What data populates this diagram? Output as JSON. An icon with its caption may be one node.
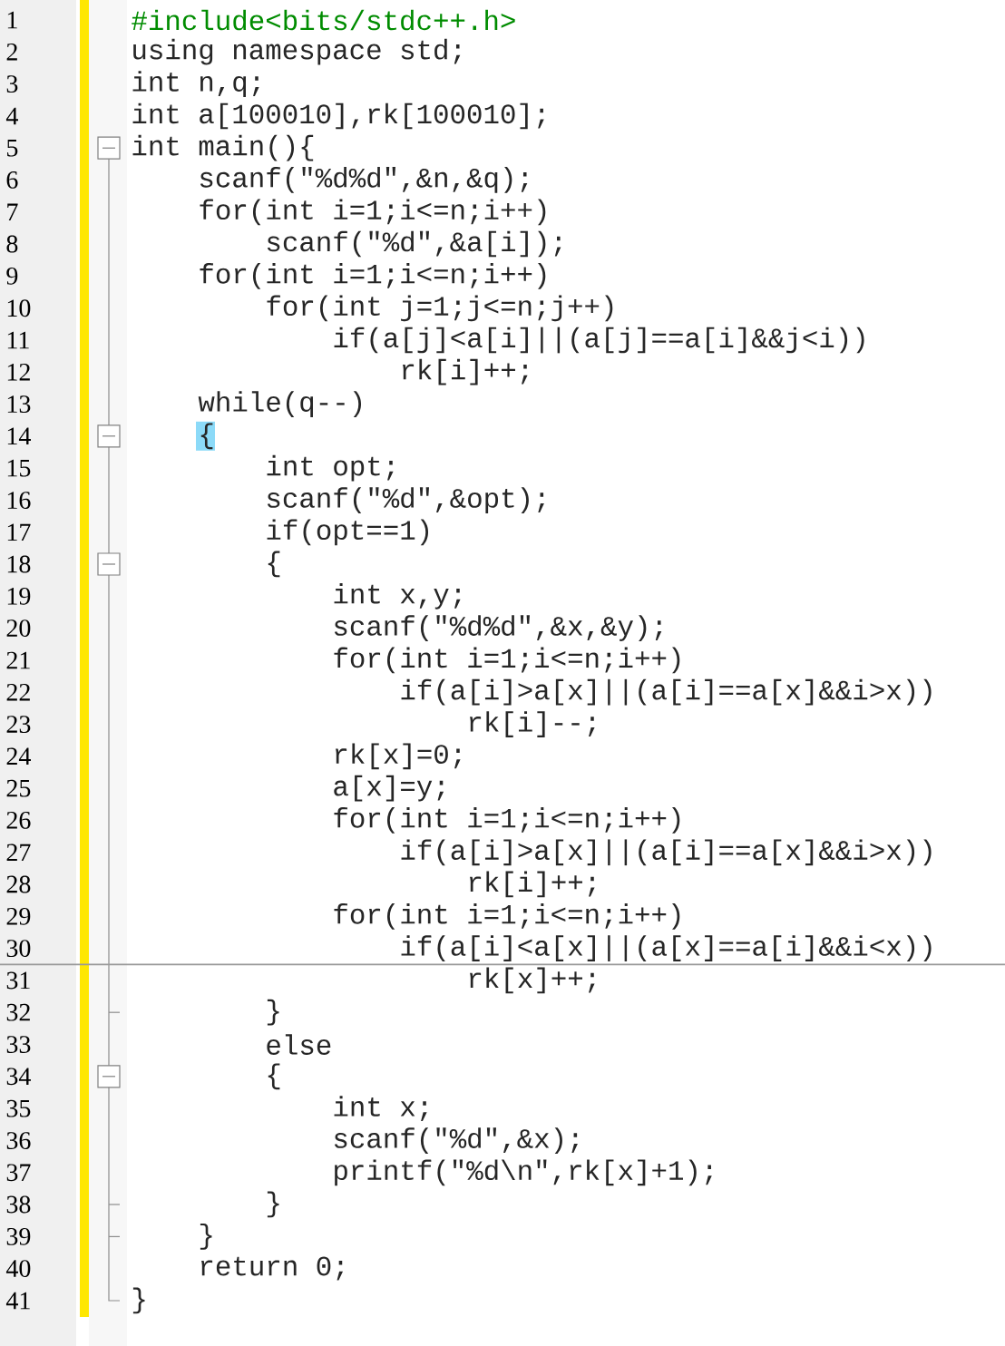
{
  "diagram": {
    "labels": [
      "1",
      "#include<bits/stdc++.h>",
      "2",
      "using namespace std;",
      "3",
      "int n,q;",
      "4",
      "int a[100010],rk[100010];",
      "5",
      "int main(){",
      "6",
      "scanf(\"%d%d\",&n,&q);",
      "7",
      "for(int i=1;i<=n;i++)",
      "8",
      "scanf(\"%d\",&a[i]);",
      "9",
      "for(int i=1;i<=n;i++)",
      "10",
      "for(int j=1;j<=n;j++)",
      "11",
      "if(a[j]<a[i]||(a[j]==a[i]&&j<i))",
      "12",
      "rk[i]++;",
      "13",
      "while(q--)",
      "14",
      "{",
      "15",
      "int opt;",
      "16",
      "scanf(\"%d\",&opt);",
      "17",
      "if(opt==1)",
      "18",
      "{",
      "19",
      "int x,y;",
      "20",
      "scanf(\"%d%d\",&x,&y);",
      "21",
      "for(int i=1;i<=n;i++)",
      "22",
      "if(a[i]>a[x]||(a[i]==a[x]&&i>x))",
      "23",
      "rk[i]--;",
      "24",
      "rk[x]=0;",
      "25",
      "a[x]=y;",
      "26",
      "for(int i=1;i<=n;i++)",
      "27",
      "if(a[i]>a[x]||(a[i]==a[x]&&i>x))",
      "28",
      "rk[i]++;",
      "29",
      "for(int i=1;i<=n;i++)",
      "30",
      "if(a[i]<a[x]||(a[x]==a[i]&&i<x))",
      "31",
      "rk[x]++;",
      "32",
      "}",
      "33",
      "else",
      "34",
      "{",
      "35",
      "int x;",
      "36",
      "scanf(\"%d\",&x);",
      "37",
      "printf(\"%d\\n\",rk[x]+1);",
      "38",
      "}",
      "39",
      "}",
      "40",
      "return 0;",
      "41",
      "}"
    ]
  }
}
